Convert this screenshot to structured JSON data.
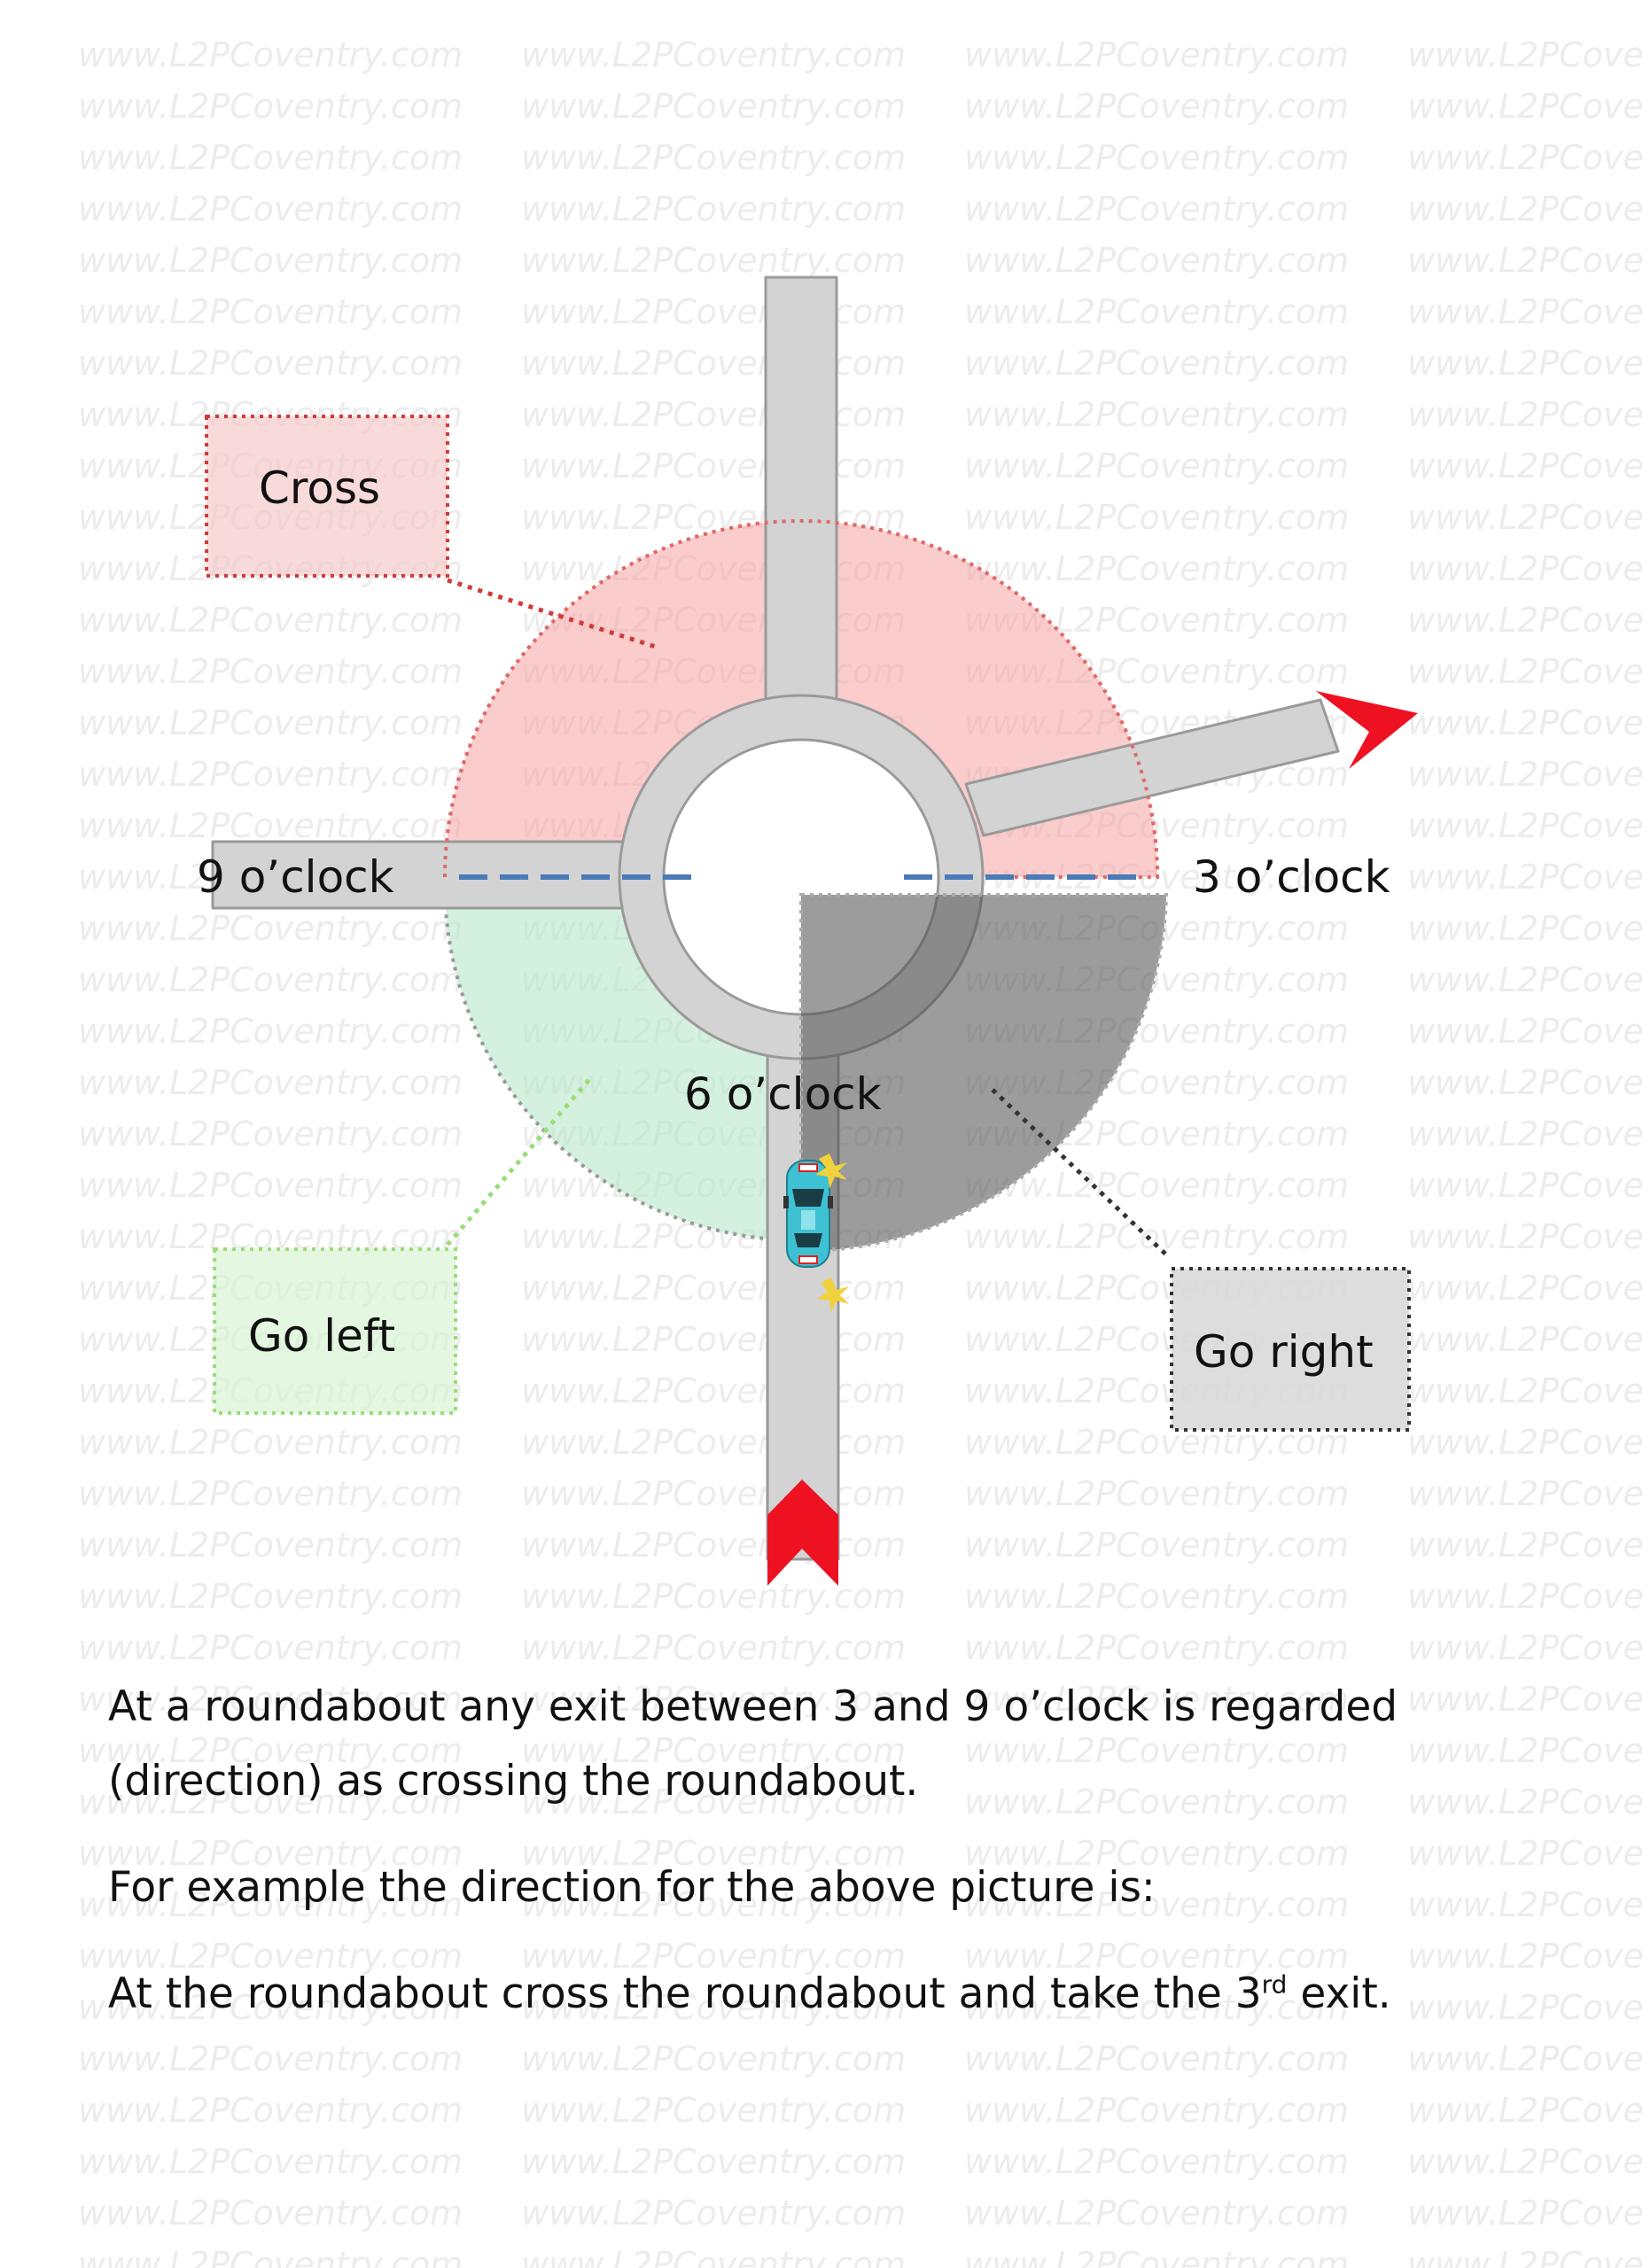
{
  "watermark": {
    "text": "www.L2PCoventry.com",
    "color": "#ececec"
  },
  "diagram": {
    "labels": {
      "nine": "9 o’clock",
      "three": "3 o’clock",
      "six": "6 o’clock"
    },
    "callouts": {
      "cross": "Cross",
      "go_left": "Go left",
      "go_right": "Go right"
    },
    "colors": {
      "road": "#d3d3d3",
      "road_edge": "#9a9a9a",
      "cross_zone": "#f5a3a3",
      "cross_border": "#e06a6a",
      "left_zone": "#b8e6c8",
      "left_border": "#99dd77",
      "right_zone": "#6e6e6e",
      "right_border": "#333333",
      "divider": "#4a7ab8",
      "arrow": "#ee1122",
      "car": "#3ec1d3"
    }
  },
  "text": {
    "para1": "At a roundabout any exit between 3 and 9 o’clock is regarded (direction) as crossing the roundabout.",
    "para2": "For example the direction for the above picture is:",
    "para3_main": "At the roundabout cross the roundabout and take the 3",
    "para3_sup": "rd",
    "para3_end": " exit."
  }
}
